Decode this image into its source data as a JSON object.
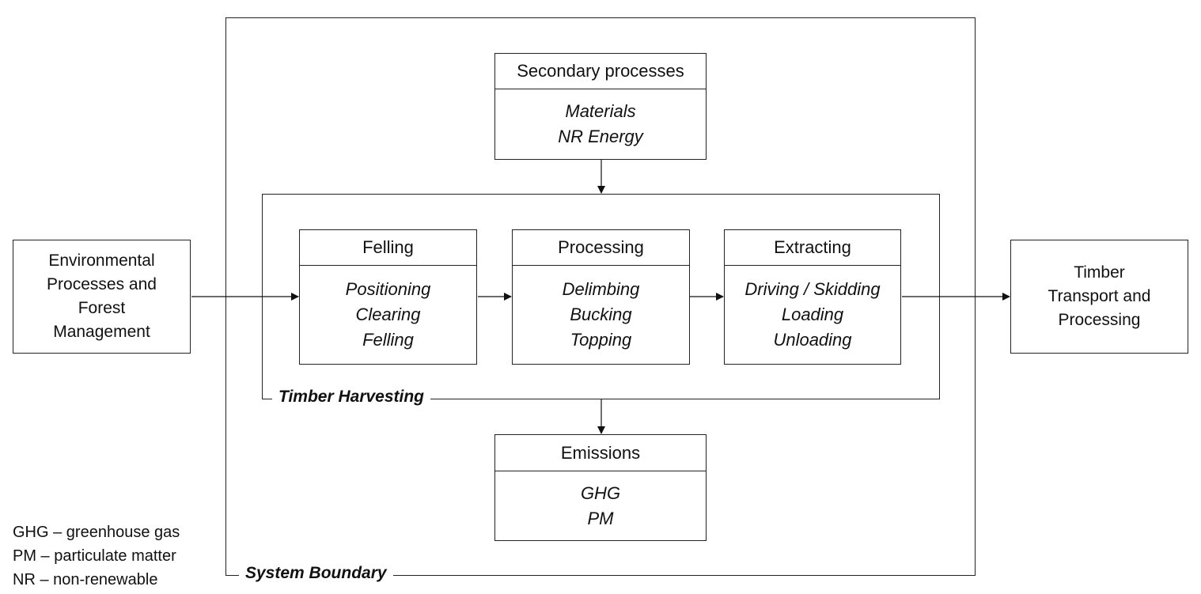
{
  "system_boundary_label": "System Boundary",
  "timber_harvesting_label": "Timber Harvesting",
  "secondary": {
    "title": "Secondary processes",
    "items": [
      "Materials",
      "NR Energy"
    ]
  },
  "emissions": {
    "title": "Emissions",
    "items": [
      "GHG",
      "PM"
    ]
  },
  "felling": {
    "title": "Felling",
    "items": [
      "Positioning",
      "Clearing",
      "Felling"
    ]
  },
  "processing": {
    "title": "Processing",
    "items": [
      "Delimbing",
      "Bucking",
      "Topping"
    ]
  },
  "extracting": {
    "title": "Extracting",
    "items": [
      "Driving / Skidding",
      "Loading",
      "Unloading"
    ]
  },
  "environmental": {
    "lines": [
      "Environmental",
      "Processes and",
      "Forest",
      "Management"
    ]
  },
  "timber_transport": {
    "lines": [
      "Timber",
      "Transport and",
      "Processing"
    ]
  },
  "legend": [
    "GHG – greenhouse gas",
    "PM – particulate matter",
    "NR – non-renewable"
  ]
}
